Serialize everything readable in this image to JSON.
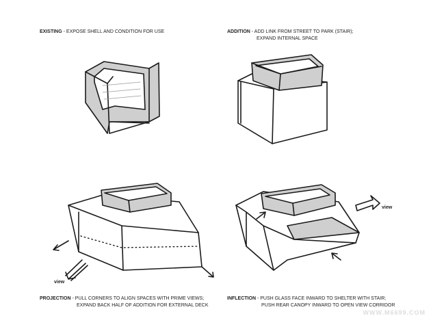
{
  "panels": [
    {
      "title": "EXISTING",
      "desc": " - EXPOSE SHELL AND CONDITION FOR USE",
      "desc2": ""
    },
    {
      "title": "ADDITION",
      "desc": " - ADD LINK FROM STREET TO PARK (STAIR);",
      "desc2": "EXPAND INTERNAL SPACE"
    },
    {
      "title": "PROJECTION",
      "desc": " - PULL CORNERS TO ALIGN SPACES WITH PRIME VIEWS;",
      "desc2": "EXPAND BACK HALF OF ADDITION FOR EXTERNAL DECK"
    },
    {
      "title": "INFLECTION",
      "desc": " - PUSH GLASS FACE INWARD TO SHELTER WITH STAIR;",
      "desc2": "PUSH REAR CANOPY INWARD TO OPEN VIEW CORRIDOR"
    }
  ],
  "labels": {
    "view_projection": "view",
    "view_inflection": "view"
  },
  "watermark": "WWW.M6699.COM"
}
